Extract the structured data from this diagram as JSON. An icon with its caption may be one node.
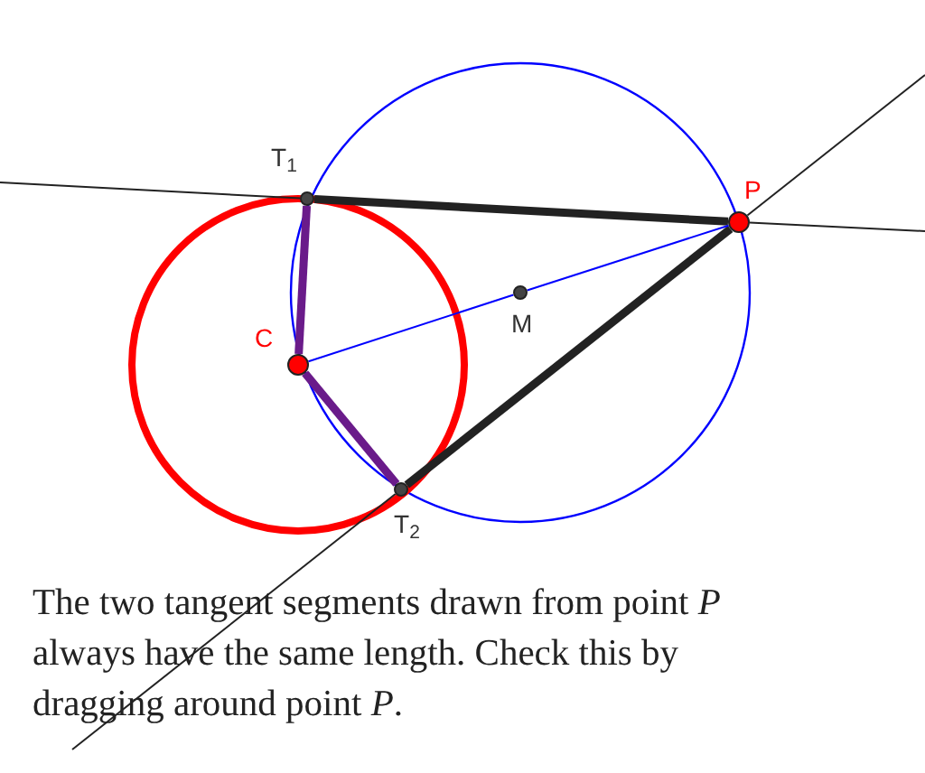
{
  "diagram": {
    "caption": "The two tangent segments drawn from point *P* always have the same length. Check this by dragging around point *P*.",
    "nodes": [
      {
        "text": [],
        "shape": "circle",
        "beside": [
          "T$_{1}$"
        ]
      },
      {
        "text": [],
        "shape": "circle",
        "beside": [
          "P"
        ]
      },
      {
        "text": [],
        "shape": "circle",
        "beside": [
          "C"
        ]
      },
      {
        "text": [],
        "shape": "circle",
        "beside": [
          "M"
        ]
      },
      {
        "text": [],
        "shape": "circle",
        "beside": [
          "T$_{2}$"
        ]
      }
    ],
    "edges": [
      {
        "from": 0,
        "to": 1,
        "arrow": "none",
        "style": "thick"
      },
      {
        "from": 4,
        "to": 1,
        "arrow": "none",
        "style": "thick"
      },
      {
        "from": 2,
        "to": 0,
        "arrow": "none",
        "style": "thick",
        "color": "#6a1b8a"
      },
      {
        "from": 2,
        "to": 4,
        "arrow": "none",
        "style": "thick",
        "color": "#6a1b8a"
      },
      {
        "from": 2,
        "to": 3,
        "arrow": "none",
        "color": "#0000ff"
      },
      {
        "from": 3,
        "to": 1,
        "arrow": "none",
        "color": "#0000ff"
      },
      {
        "from": null,
        "to": 0,
        "arrow": "none"
      },
      {
        "from": 1,
        "to": null,
        "arrow": "none"
      },
      {
        "from": null,
        "to": 4,
        "arrow": "none"
      },
      {
        "from": 1,
        "to": null,
        "arrow": "none"
      }
    ]
  }
}
